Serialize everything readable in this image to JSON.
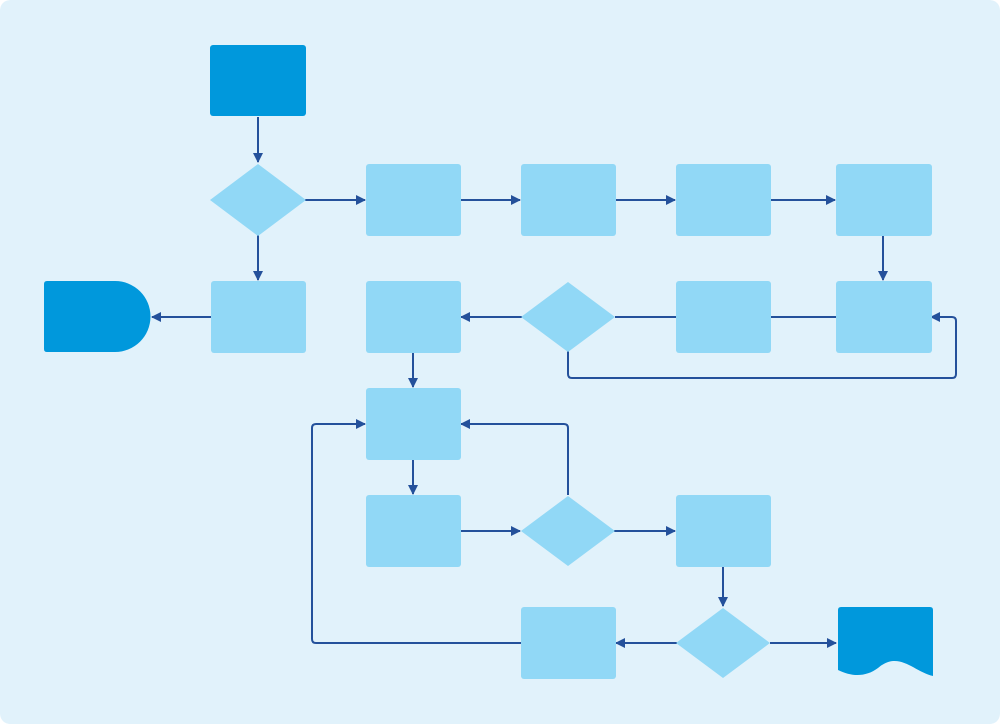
{
  "colors": {
    "background": "#e1f2fb",
    "terminal_fill": "#0098dc",
    "process_fill": "#91d8f6",
    "decision_fill": "#91d8f6",
    "connector_stroke": "#24519b"
  },
  "diagram": {
    "type": "flowchart",
    "shapes": [
      {
        "id": "start",
        "kind": "terminal-rectangle",
        "label": ""
      },
      {
        "id": "decision-1",
        "kind": "decision",
        "label": ""
      },
      {
        "id": "process-1",
        "kind": "process",
        "label": ""
      },
      {
        "id": "process-2",
        "kind": "process",
        "label": ""
      },
      {
        "id": "process-3",
        "kind": "process",
        "label": ""
      },
      {
        "id": "process-4",
        "kind": "process",
        "label": ""
      },
      {
        "id": "process-5",
        "kind": "process",
        "label": ""
      },
      {
        "id": "end-delay",
        "kind": "delay-terminal",
        "label": ""
      },
      {
        "id": "process-6",
        "kind": "process",
        "label": ""
      },
      {
        "id": "decision-2",
        "kind": "decision",
        "label": ""
      },
      {
        "id": "process-7",
        "kind": "process",
        "label": ""
      },
      {
        "id": "process-8",
        "kind": "process",
        "label": ""
      },
      {
        "id": "process-9",
        "kind": "process",
        "label": ""
      },
      {
        "id": "process-10",
        "kind": "process",
        "label": ""
      },
      {
        "id": "decision-3",
        "kind": "decision",
        "label": ""
      },
      {
        "id": "process-11",
        "kind": "process",
        "label": ""
      },
      {
        "id": "process-12",
        "kind": "process",
        "label": ""
      },
      {
        "id": "decision-4",
        "kind": "decision",
        "label": ""
      },
      {
        "id": "document-end",
        "kind": "document",
        "label": ""
      }
    ],
    "connectors": [
      {
        "from": "start",
        "to": "decision-1"
      },
      {
        "from": "decision-1",
        "to": "process-1"
      },
      {
        "from": "decision-1",
        "to": "process-5"
      },
      {
        "from": "process-1",
        "to": "process-2"
      },
      {
        "from": "process-2",
        "to": "process-3"
      },
      {
        "from": "process-3",
        "to": "process-4"
      },
      {
        "from": "process-4",
        "to": "process-8"
      },
      {
        "from": "process-5",
        "to": "end-delay"
      },
      {
        "from": "process-8",
        "to": "decision-2"
      },
      {
        "from": "decision-2",
        "to": "process-6"
      },
      {
        "from": "decision-2",
        "to": "process-8"
      },
      {
        "from": "process-6",
        "to": "process-9"
      },
      {
        "from": "process-9",
        "to": "process-10"
      },
      {
        "from": "process-10",
        "to": "decision-3"
      },
      {
        "from": "decision-3",
        "to": "process-9"
      },
      {
        "from": "decision-3",
        "to": "process-11"
      },
      {
        "from": "process-11",
        "to": "decision-4"
      },
      {
        "from": "decision-4",
        "to": "process-12"
      },
      {
        "from": "decision-4",
        "to": "document-end"
      },
      {
        "from": "process-12",
        "to": "process-9"
      }
    ]
  }
}
